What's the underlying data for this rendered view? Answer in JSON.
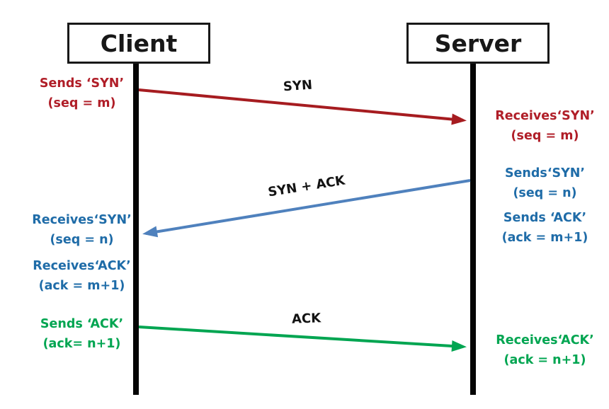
{
  "colors": {
    "red_text": "#b01e28",
    "red_arrow": "#a61c20",
    "blue_text": "#1f6ca8",
    "blue_arrow": "#4f81bd",
    "green_text": "#00a551",
    "green_arrow": "#00a551",
    "lifeline_black": "#050505"
  },
  "actors": {
    "client": {
      "label": "Client"
    },
    "server": {
      "label": "Server"
    }
  },
  "arrows": {
    "syn": {
      "label": "SYN"
    },
    "synack": {
      "label": "SYN + ACK"
    },
    "ack": {
      "label": "ACK"
    }
  },
  "client_notes": {
    "sends_syn": {
      "line1": "Sends ‘SYN’",
      "line2": "(seq = m)"
    },
    "receives_syn": {
      "line1": "Receives‘SYN’",
      "line2": "(seq = n)"
    },
    "receives_ack": {
      "line1": "Receives‘ACK’",
      "line2": "(ack = m+1)"
    },
    "sends_ack": {
      "line1": "Sends ‘ACK’",
      "line2": "(ack= n+1)"
    }
  },
  "server_notes": {
    "receives_syn": {
      "line1": "Receives‘SYN’",
      "line2": "(seq = m)"
    },
    "sends_syn": {
      "line1": "Sends‘SYN’",
      "line2": "(seq = n)"
    },
    "sends_ack": {
      "line1": "Sends ‘ACK’",
      "line2": "(ack = m+1)"
    },
    "receives_ack": {
      "line1": "Receives‘ACK’",
      "line2": "(ack = n+1)"
    }
  }
}
